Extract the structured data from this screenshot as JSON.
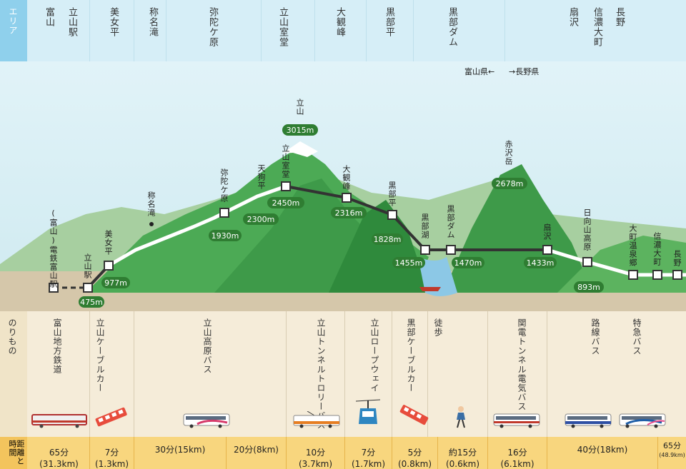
{
  "header": {
    "area_label": "エリア",
    "areas": [
      "富山",
      "立山駅",
      "美女平",
      "称名滝",
      "弥陀ケ原",
      "立山室堂",
      "大観峰",
      "黒部平",
      "黒部ダム",
      "扇沢",
      "信濃大町",
      "長野"
    ]
  },
  "prefecture_border": {
    "toyama": "富山県←",
    "nagano": "→長野県"
  },
  "peaks": {
    "tateyama": {
      "name": "立山",
      "elev": "3015m"
    },
    "akazawa": {
      "name": "赤沢岳",
      "elev": "2678m"
    }
  },
  "stations": [
    {
      "name": "(富山)電鉄富山駅",
      "elev": ""
    },
    {
      "name": "立山駅",
      "elev": "475m"
    },
    {
      "name": "美女平",
      "elev": "977m"
    },
    {
      "name": "称名滝",
      "elev": ""
    },
    {
      "name": "弥陀ケ原",
      "elev": "1930m"
    },
    {
      "name": "天狗平",
      "elev": "2300m"
    },
    {
      "name": "立山室堂",
      "elev": "2450m"
    },
    {
      "name": "大観峰",
      "elev": "2316m"
    },
    {
      "name": "黒部平",
      "elev": "1828m"
    },
    {
      "name": "黒部湖",
      "elev": "1455m"
    },
    {
      "name": "黒部ダム",
      "elev": "1470m"
    },
    {
      "name": "扇沢",
      "elev": "1433m"
    },
    {
      "name": "日向山高原",
      "elev": "893m"
    },
    {
      "name": "大町温泉郷",
      "elev": ""
    },
    {
      "name": "信濃大町",
      "elev": ""
    },
    {
      "name": "長野",
      "elev": ""
    }
  ],
  "rides": {
    "label": "のりもの",
    "items": [
      "富山地方鉄道",
      "立山ケーブルカー",
      "立山高原バス",
      "立山トンネルトロリーバス",
      "立山ロープウェイ",
      "黒部ケーブルカー",
      "徒歩",
      "関電トンネル電気バス",
      "路線バス",
      "特急バス"
    ]
  },
  "times": {
    "label": "距離と時間",
    "items": [
      {
        "time": "65分",
        "dist": "(31.3km)"
      },
      {
        "time": "7分",
        "dist": "(1.3km)"
      },
      {
        "time": "30分(15km)",
        "dist": ""
      },
      {
        "time": "20分(8km)",
        "dist": ""
      },
      {
        "time": "10分",
        "dist": "(3.7km)"
      },
      {
        "time": "7分",
        "dist": "(1.7km)"
      },
      {
        "time": "5分",
        "dist": "(0.8km)"
      },
      {
        "time": "約15分",
        "dist": "(0.6km)"
      },
      {
        "time": "16分",
        "dist": "(6.1km)"
      },
      {
        "time": "40分(18km)",
        "dist": ""
      },
      {
        "time": "65分",
        "dist": "(48.9km)"
      }
    ]
  },
  "colors": {
    "mountain": "#3a9a48",
    "elev_badge": "#2f7d32",
    "header": "#d6eef7",
    "ride_band": "#f8d67e"
  }
}
